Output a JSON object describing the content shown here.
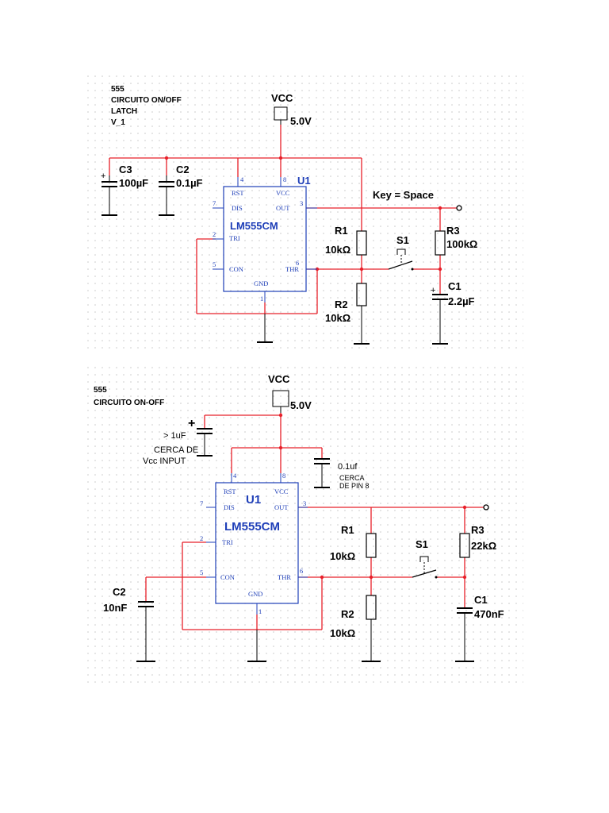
{
  "colors": {
    "wire": "#e8202a",
    "component": "#000000",
    "chip": "#1f3fb8",
    "grid": "#c8c8c8"
  },
  "circuit1": {
    "notes": [
      "555",
      "CIRCUITO ON/OFF",
      "LATCH",
      "V_1"
    ],
    "vcc_label": "VCC",
    "vcc_value": "5.0V",
    "ic_ref": "U1",
    "ic_part": "LM555CM",
    "pins": {
      "rst": "RST",
      "vcc": "VCC",
      "dis": "DIS",
      "out": "OUT",
      "tri": "TRI",
      "con": "CON",
      "thr": "THR",
      "gnd": "GND"
    },
    "pin_numbers": {
      "p4": "4",
      "p8": "8",
      "p7": "7",
      "p3": "3",
      "p2": "2",
      "p5": "5",
      "p6": "6",
      "p1": "1"
    },
    "key_label": "Key = Space",
    "c3": {
      "ref": "C3",
      "value": "100µF",
      "polarity": "+"
    },
    "c2": {
      "ref": "C2",
      "value": "0.1µF"
    },
    "r1": {
      "ref": "R1",
      "value": "10kΩ"
    },
    "r2": {
      "ref": "R2",
      "value": "10kΩ"
    },
    "r3": {
      "ref": "R3",
      "value": "100kΩ"
    },
    "s1": {
      "ref": "S1"
    },
    "c1": {
      "ref": "C1",
      "value": "2.2µF",
      "polarity": "+"
    }
  },
  "circuit2": {
    "notes": [
      "555",
      "CIRCUITO ON-OFF"
    ],
    "vcc_label": "VCC",
    "vcc_value": "5.0V",
    "ic_ref": "U1",
    "ic_part": "LM555CM",
    "pins": {
      "rst": "RST",
      "vcc": "VCC",
      "dis": "DIS",
      "out": "OUT",
      "tri": "TRI",
      "con": "CON",
      "thr": "THR",
      "gnd": "GND"
    },
    "pin_numbers": {
      "p4": "4",
      "p8": "8",
      "p7": "7",
      "p3": "3",
      "p2": "2",
      "p5": "5",
      "p6": "6",
      "p1": "1"
    },
    "bulk_cap": {
      "value": "> 1uF",
      "note_1": "CERCA DE",
      "note_2": "Vcc INPUT",
      "polarity": "+"
    },
    "decoupling_cap": {
      "value": "0.1uf",
      "note_1": "CERCA",
      "note_2": "DE PIN 8"
    },
    "c2": {
      "ref": "C2",
      "value": "10nF"
    },
    "r1": {
      "ref": "R1",
      "value": "10kΩ"
    },
    "r2": {
      "ref": "R2",
      "value": "10kΩ"
    },
    "r3": {
      "ref": "R3",
      "value": "22kΩ"
    },
    "s1": {
      "ref": "S1"
    },
    "c1": {
      "ref": "C1",
      "value": "470nF"
    }
  }
}
